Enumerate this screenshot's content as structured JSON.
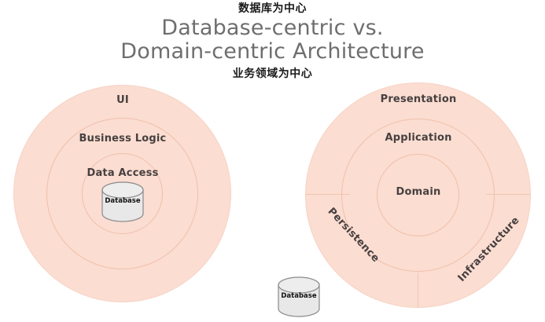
{
  "header": {
    "cn_top": "数据库为中心",
    "title_line1": "Database-centric vs.",
    "title_line2": "Domain-centric Architecture",
    "cn_bottom": "业务领域为中心",
    "title_color": "#6e6e6e",
    "cn_color": "#1a1a1a"
  },
  "palette": {
    "ring_fill": "#fbddd1",
    "ring_stroke": "#f0c0ab",
    "label_color": "#474040",
    "db_fill": "#e6e6e6",
    "db_stroke": "#8c8c8c",
    "background": "#ffffff"
  },
  "diagrams": [
    {
      "id": "database-centric",
      "name": "Database-centric Architecture",
      "layers": [
        {
          "label": "UI"
        },
        {
          "label": "Business Logic"
        },
        {
          "label": "Data Access"
        }
      ],
      "database": {
        "label": "Database"
      }
    },
    {
      "id": "domain-centric",
      "name": "Domain-centric Architecture",
      "layers": [
        {
          "label": "Presentation"
        },
        {
          "label": "Application"
        },
        {
          "label": "Domain"
        }
      ],
      "segments": [
        {
          "label": "Persistence"
        },
        {
          "label": "Infrastructure"
        }
      ]
    }
  ],
  "external": {
    "database": {
      "label": "Database"
    }
  }
}
